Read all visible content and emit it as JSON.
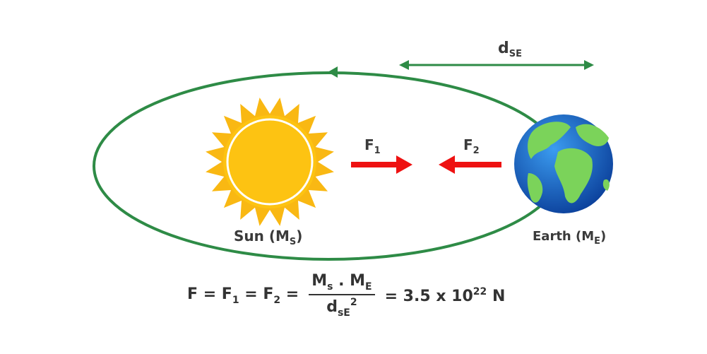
{
  "labels": {
    "distance": {
      "main": "d",
      "sub": "SE"
    },
    "f1": {
      "main": "F",
      "sub": "1"
    },
    "f2": {
      "main": "F",
      "sub": "2"
    },
    "sun": {
      "main": "Sun (M",
      "sub": "S",
      "close": ")"
    },
    "earth": {
      "main": "Earth (M",
      "sub": "E",
      "close": ")"
    }
  },
  "formula": {
    "f": "F = F",
    "f_sub1": "1",
    "eq2": " = F",
    "f_sub2": "2",
    "eq3": " =",
    "num_m1": "M",
    "num_s": "s",
    "num_dot": " . M",
    "num_e": "E",
    "den_d": "d",
    "den_sub": "sE",
    "den_sup": "2",
    "result": "= 3.5 x 10",
    "result_sup": "22",
    "unit": " N"
  },
  "colors": {
    "orbit": "#2e8b46",
    "force": "#ee1111",
    "sun": "#fdc312",
    "sun_rays": "#f9b813",
    "ocean": "#1d6fd1",
    "land": "#7bd35a"
  }
}
